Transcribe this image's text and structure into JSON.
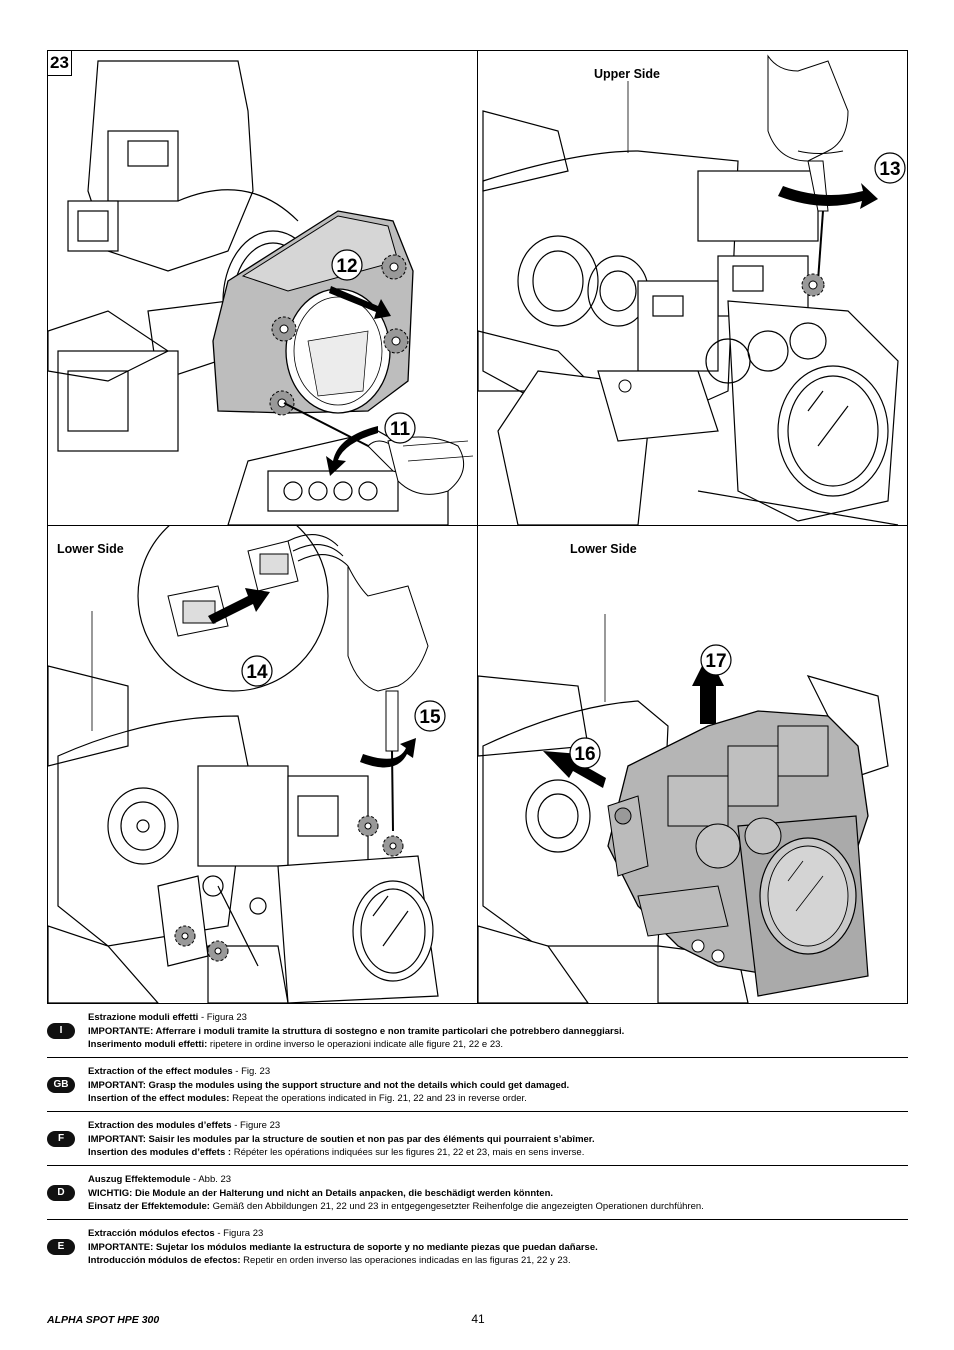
{
  "figure": {
    "number": "23",
    "labels": {
      "upper_side": "Upper Side",
      "lower_side_left": "Lower Side",
      "lower_side_right": "Lower Side"
    },
    "steps": [
      "11",
      "12",
      "13",
      "14",
      "15",
      "16",
      "17"
    ]
  },
  "instructions": [
    {
      "lang": "I",
      "title": "Estrazione moduli effetti",
      "title_ref": " - Figura 23",
      "important": "IMPORTANTE: Afferrare i moduli tramite la struttura di sostegno e non tramite particolari che potrebbero danneggiarsi.",
      "insert_label": "Inserimento moduli effetti:",
      "insert_text": " ripetere in ordine inverso le operazioni indicate alle figure 21, 22 e 23."
    },
    {
      "lang": "GB",
      "title": "Extraction of the effect modules",
      "title_ref": " - Fig. 23",
      "important": "IMPORTANT: Grasp the modules using the support structure and not the details which could get damaged.",
      "insert_label": "Insertion of the effect modules:",
      "insert_text": " Repeat the operations indicated in Fig. 21, 22 and 23 in reverse order."
    },
    {
      "lang": "F",
      "title": "Extraction des modules d’effets",
      "title_ref": " - Figure 23",
      "important": "IMPORTANT: Saisir les modules par la structure de soutien et non pas par des éléments qui pourraient s’abîmer.",
      "insert_label": "Insertion des modules d’effets :",
      "insert_text": " Répéter les opérations indiquées sur les figures 21, 22 et 23, mais en sens inverse."
    },
    {
      "lang": "D",
      "title": "Auszug Effektemodule",
      "title_ref": " - Abb. 23",
      "important": "WICHTIG: Die Module an der Halterung und nicht an Details anpacken, die beschädigt werden könnten.",
      "insert_label": "Einsatz der Effektemodule:",
      "insert_text": " Gemäß den Abbildungen 21, 22 und 23 in entgegengesetzter Reihenfolge die angezeigten Operationen durchführen."
    },
    {
      "lang": "E",
      "title": "Extracción módulos efectos",
      "title_ref": " - Figura 23",
      "important": "IMPORTANTE: Sujetar los módulos mediante la estructura de soporte y no mediante piezas que puedan dañarse.",
      "insert_label": "Introducción módulos de efectos:",
      "insert_text": " Repetir en orden inverso las operaciones indicadas en las figuras 21, 22 y 23."
    }
  ],
  "footer": {
    "product": "ALPHA SPOT HPE 300",
    "page_number": "41"
  }
}
